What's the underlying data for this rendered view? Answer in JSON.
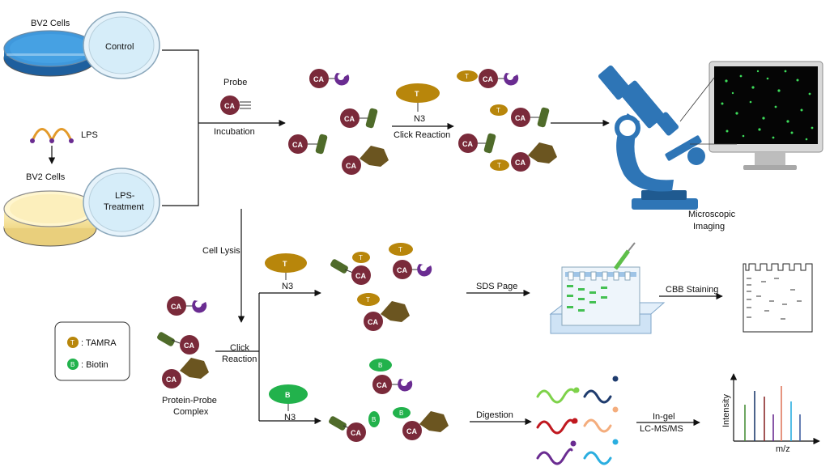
{
  "dishes": {
    "top_label": "BV2 Cells",
    "top_lid": "Control",
    "bottom_label": "BV2 Cells",
    "bottom_lid_line1": "LPS-",
    "bottom_lid_line2": "Treatment",
    "lps_label": "LPS"
  },
  "steps": {
    "probe": "Probe",
    "incubation": "Incubation",
    "click_reaction": "Click Reaction",
    "cell_lysis": "Cell Lysis",
    "click_reaction_line1": "Click",
    "click_reaction_line2": "Reaction",
    "sds_page": "SDS Page",
    "cbb_staining": "CBB Staining",
    "digestion": "Digestion",
    "ingel_line1": "In-gel",
    "ingel_line2": "LC-MS/MS",
    "microscopic_line1": "Microscopic",
    "microscopic_line2": "Imaging",
    "complex_line1": "Protein-Probe",
    "complex_line2": "Complex"
  },
  "tags": {
    "ca": "CA",
    "t": "T",
    "b": "B",
    "n3": "N3"
  },
  "legend": {
    "tamra": ": TAMRA",
    "biotin": ": Biotin"
  },
  "spectrum": {
    "ylabel": "Intensity",
    "xlabel": "m/z"
  },
  "colors": {
    "ca": "#7a2a3a",
    "tamra": "#b8860b",
    "biotin": "#22b24c",
    "purple": "#6a2c91",
    "green_protein": "#4f6b2a",
    "brown_protein": "#6b5520",
    "microscope": "#2e75b6"
  }
}
